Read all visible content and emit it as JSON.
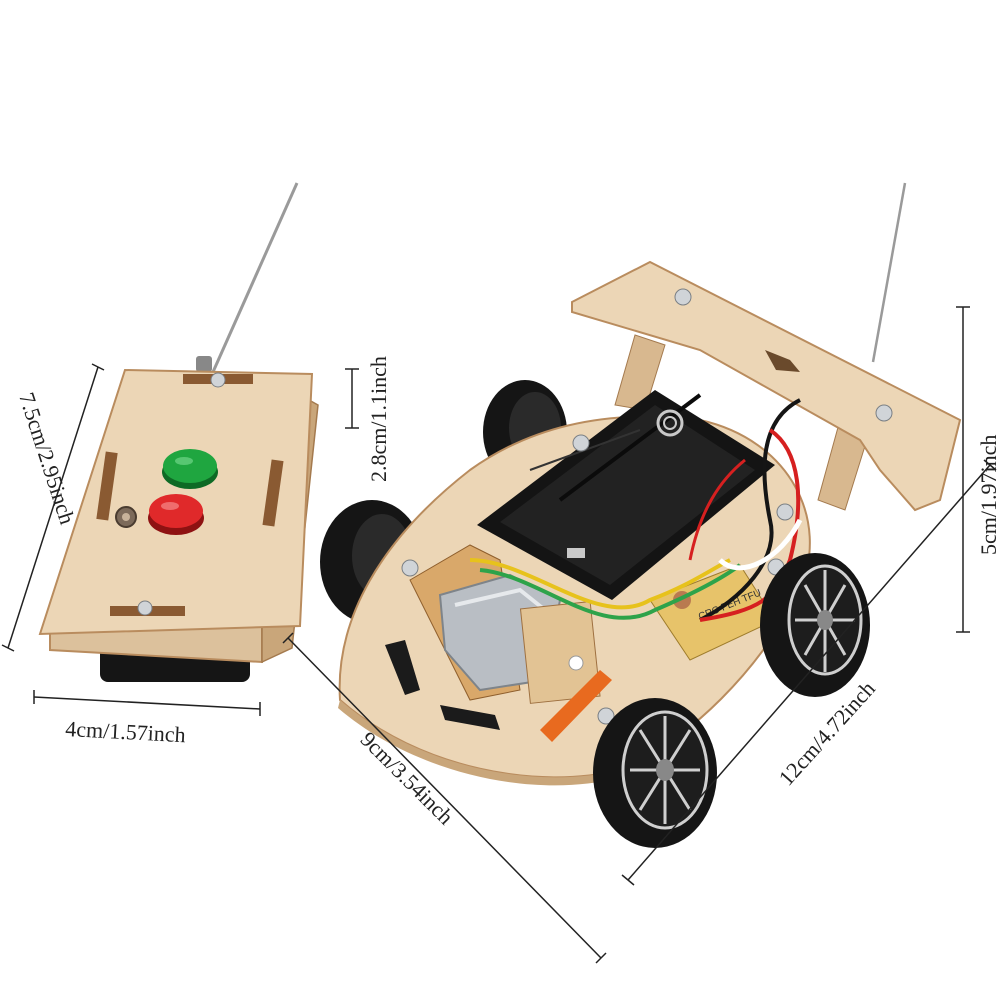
{
  "dimensions": {
    "remote_height": "7.5cm/2.95inch",
    "remote_width": "4cm/1.57inch",
    "antenna_gap": "2.8cm/1.1inch",
    "car_width": "9cm/3.54inch",
    "car_length": "12cm/4.72inch",
    "car_height": "5cm/1.97inch"
  },
  "colors": {
    "wood": "#ecd6b6",
    "wood_edge": "#b98c5e",
    "plastic_black": "#151515",
    "green_button": "#1fa640",
    "red_button": "#e0292a",
    "wire_red": "#d62020",
    "wire_green": "#2ea34a",
    "wire_yellow": "#e7c21c",
    "motor_silver": "#b9bec4"
  },
  "icons": [
    "antenna-icon",
    "push-button-icon",
    "battery-holder-icon",
    "motor-icon",
    "wheel-icon"
  ]
}
